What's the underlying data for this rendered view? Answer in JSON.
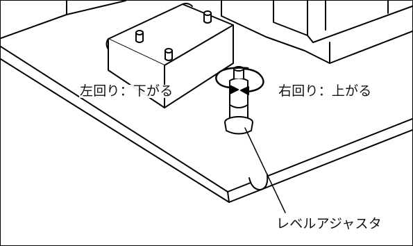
{
  "labels": {
    "left_rotation": "左回り：下がる",
    "right_rotation": "右回り：上がる",
    "part_name": "レベルアジャスタ"
  },
  "style": {
    "line_color": "#000000",
    "background": "#ffffff"
  }
}
